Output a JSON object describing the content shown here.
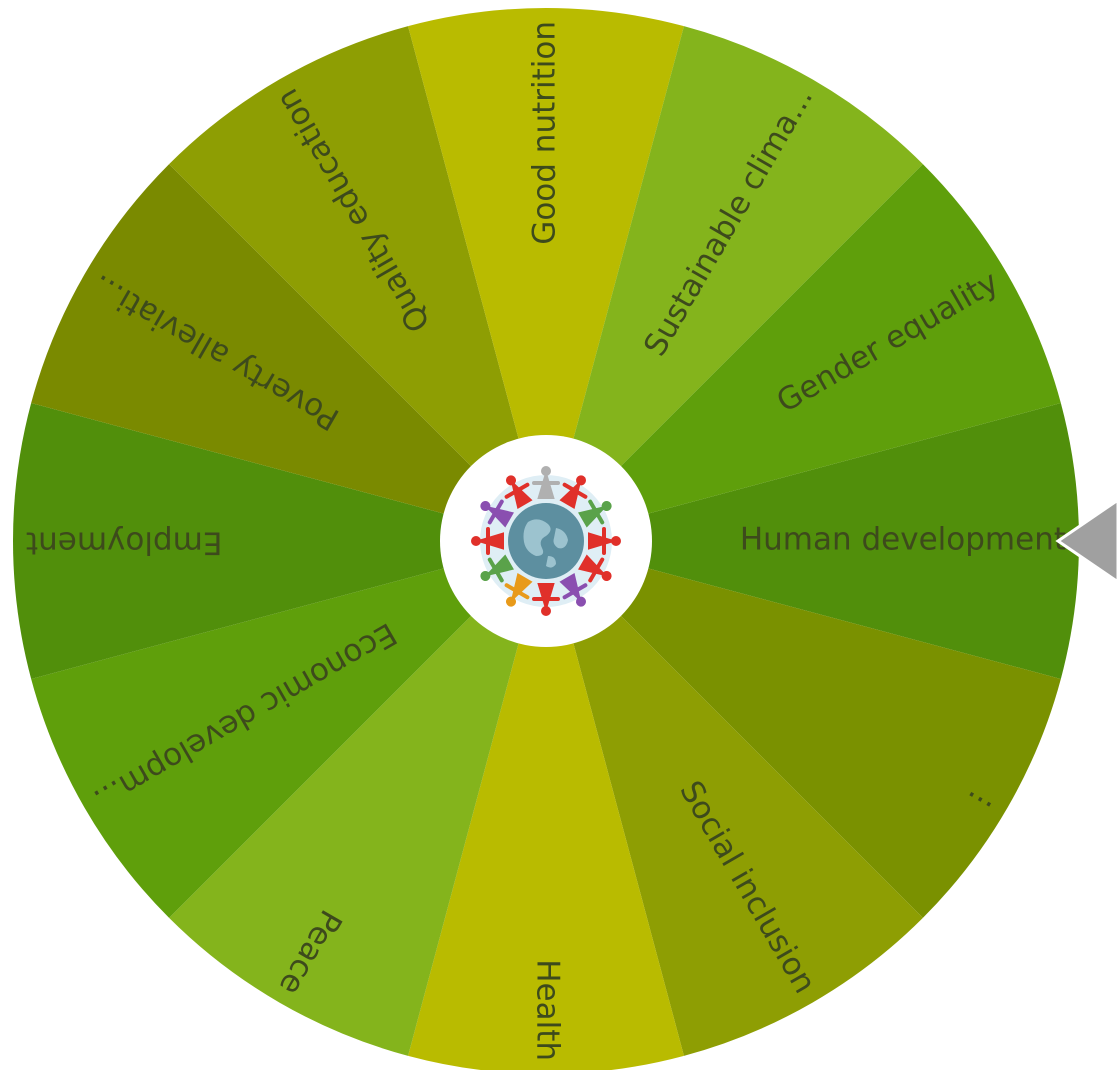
{
  "wheel": {
    "segments": [
      {
        "label": "Human development",
        "color": "#518f0b"
      },
      {
        "label": "...",
        "color": "#7a9100"
      },
      {
        "label": "Social inclusion",
        "color": "#8e9e03"
      },
      {
        "label": "Health",
        "color": "#b9bb00"
      },
      {
        "label": "Peace",
        "color": "#84b41c"
      },
      {
        "label": "Economic developm...",
        "color": "#5f9f0b"
      },
      {
        "label": "Employment",
        "color": "#518f0b"
      },
      {
        "label": "Poverty alleviati...",
        "color": "#7a8a00"
      },
      {
        "label": "Quality education",
        "color": "#8e9e03"
      },
      {
        "label": "Good nutrition",
        "color": "#b9bb00"
      },
      {
        "label": "Sustainable clima...",
        "color": "#84b41c"
      },
      {
        "label": "Gender equality",
        "color": "#5f9f0b"
      }
    ],
    "hub_icon": "people-around-globe-icon",
    "pointer_icon": "pointer-arrow-icon",
    "pointer_color": "#a0a0a0",
    "text_color": "#3d4a1c"
  }
}
